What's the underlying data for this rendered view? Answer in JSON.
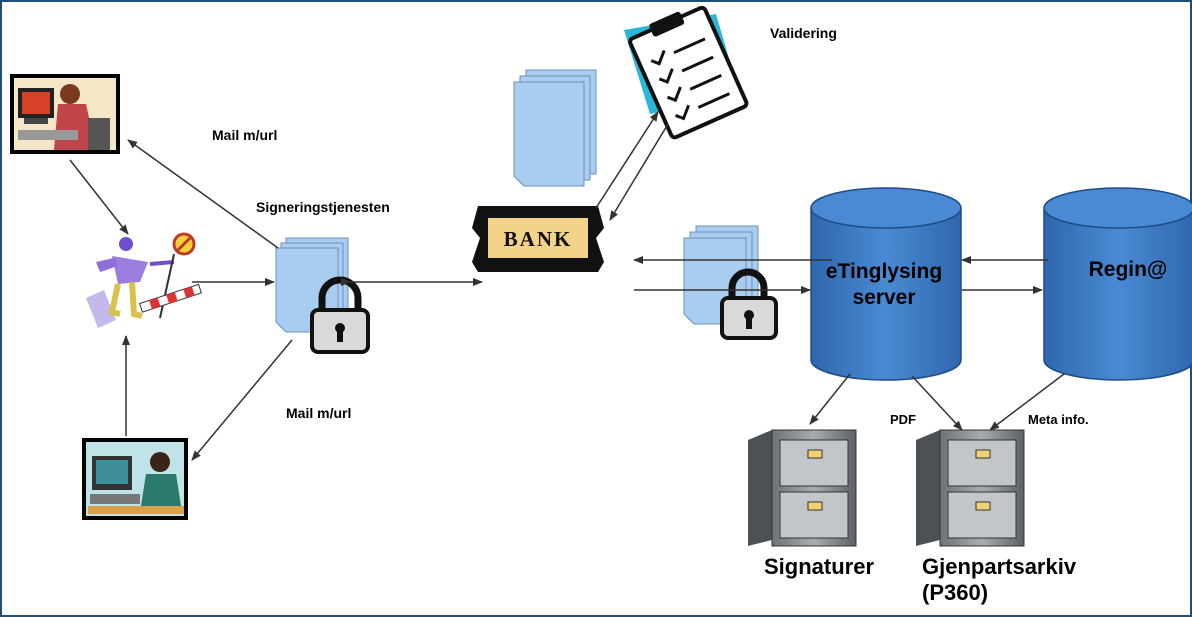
{
  "labels": {
    "validering": "Validering",
    "mail_top": "Mail m/url",
    "mail_bottom": "Mail m/url",
    "signeringstjenesten": "Signeringstjenesten",
    "bank": "BANK",
    "etinglysing_line1": "eTinglysing",
    "etinglysing_line2": "server",
    "regina": "Regin@",
    "pdf": "PDF",
    "meta": "Meta info.",
    "signaturer": "Signaturer",
    "gjenpart_line1": "Gjenpartsarkiv",
    "gjenpart_line2": "(P360)"
  },
  "icons": [
    "computer-user-red-icon",
    "runner-gate-icon",
    "computer-user-teal-icon",
    "document-stack-icon",
    "padlock-icon",
    "bank-sign-icon",
    "clipboard-checklist-icon",
    "database-cylinder-icon",
    "filing-cabinet-icon"
  ],
  "colors": {
    "frame": "#1f4e79",
    "cylinder": "#3d7bc4",
    "doc": "#a9cdf0",
    "arrow": "#333333"
  }
}
